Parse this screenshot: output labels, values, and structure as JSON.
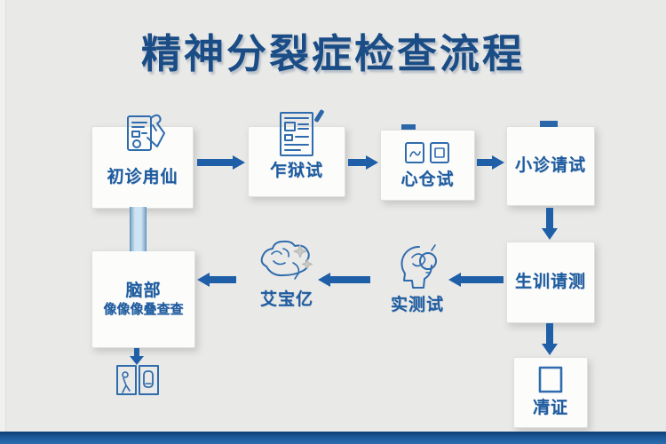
{
  "title": "精神分裂症检查流程",
  "colors": {
    "background": "#e9e9e7",
    "accent_blue": "#1f5fa8",
    "title_blue": "#1a4c86",
    "label_blue": "#1f5c9f",
    "card_white": "#fcfcfb",
    "footer_bar": "#1b5799",
    "connector_light_blue": "#cfe4f2"
  },
  "nodes": {
    "initial_diagnosis": {
      "label": "初诊甪仙",
      "icon": "document-hand-icon"
    },
    "scale_test": {
      "label": "乍狱试",
      "icon": "document-icon"
    },
    "psych_test": {
      "label": "心仓试",
      "icon": "photo-cards-icon"
    },
    "consult_interview": {
      "label": "小诊请试"
    },
    "physical_measure": {
      "label": "生训请测"
    },
    "lab_test": {
      "label": "实测试",
      "icon": "head-idea-icon"
    },
    "memory_test": {
      "label": "艾宝亿",
      "icon": "brain-icon"
    },
    "brain_imaging": {
      "label_line1": "脑部",
      "label_line2": "像像像叠查查"
    },
    "confirm": {
      "label": "凊证",
      "icon": "square-icon"
    },
    "result_frames": {
      "icon": "picture-frames-icon"
    }
  }
}
